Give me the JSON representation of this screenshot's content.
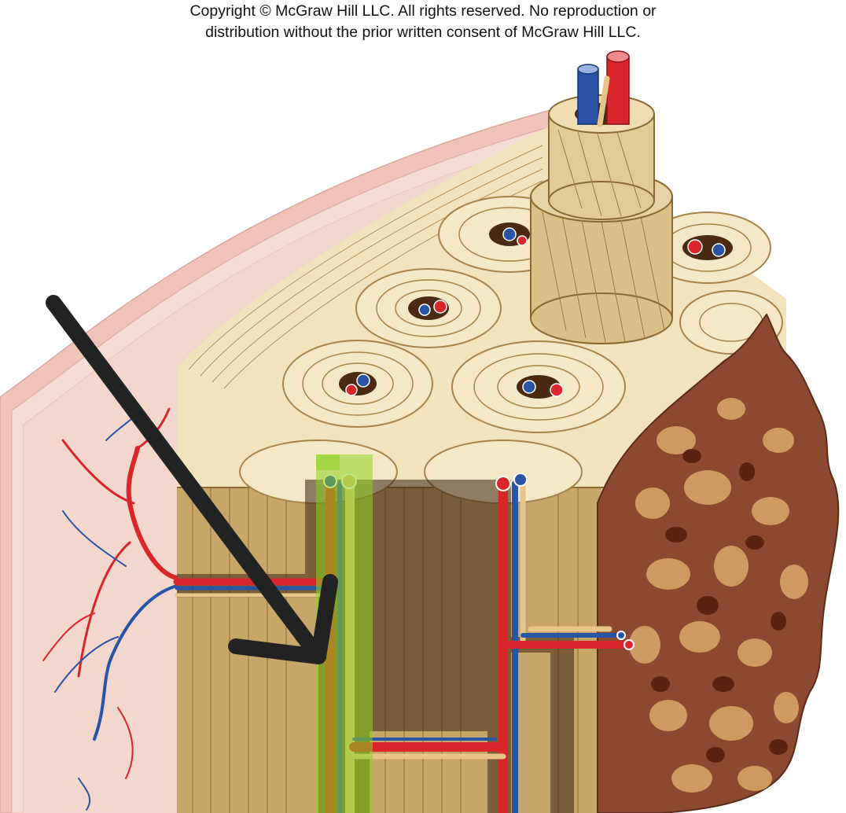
{
  "copyright": {
    "line1": "Copyright © McGraw Hill LLC. All rights reserved. No reproduction or",
    "line2": "distribution without the prior written consent of McGraw Hill LLC."
  },
  "colors": {
    "periosteum": "#f3cfc6",
    "compact_bone": "#f2e3bd",
    "canal_wall": "#c9a56b",
    "lamella_line": "#8a6a32",
    "spongy_bone": "#8b4a2f",
    "artery": "#d8262b",
    "vein": "#2a55a6",
    "nerve": "#e7c48a",
    "highlight": "#8bd11e",
    "arrow": "#222222"
  },
  "figure": {
    "subject": "compact-and-spongy-bone-cross-section",
    "highlighted_structure": "perforating-canal",
    "pointer": "arrow-icon"
  }
}
